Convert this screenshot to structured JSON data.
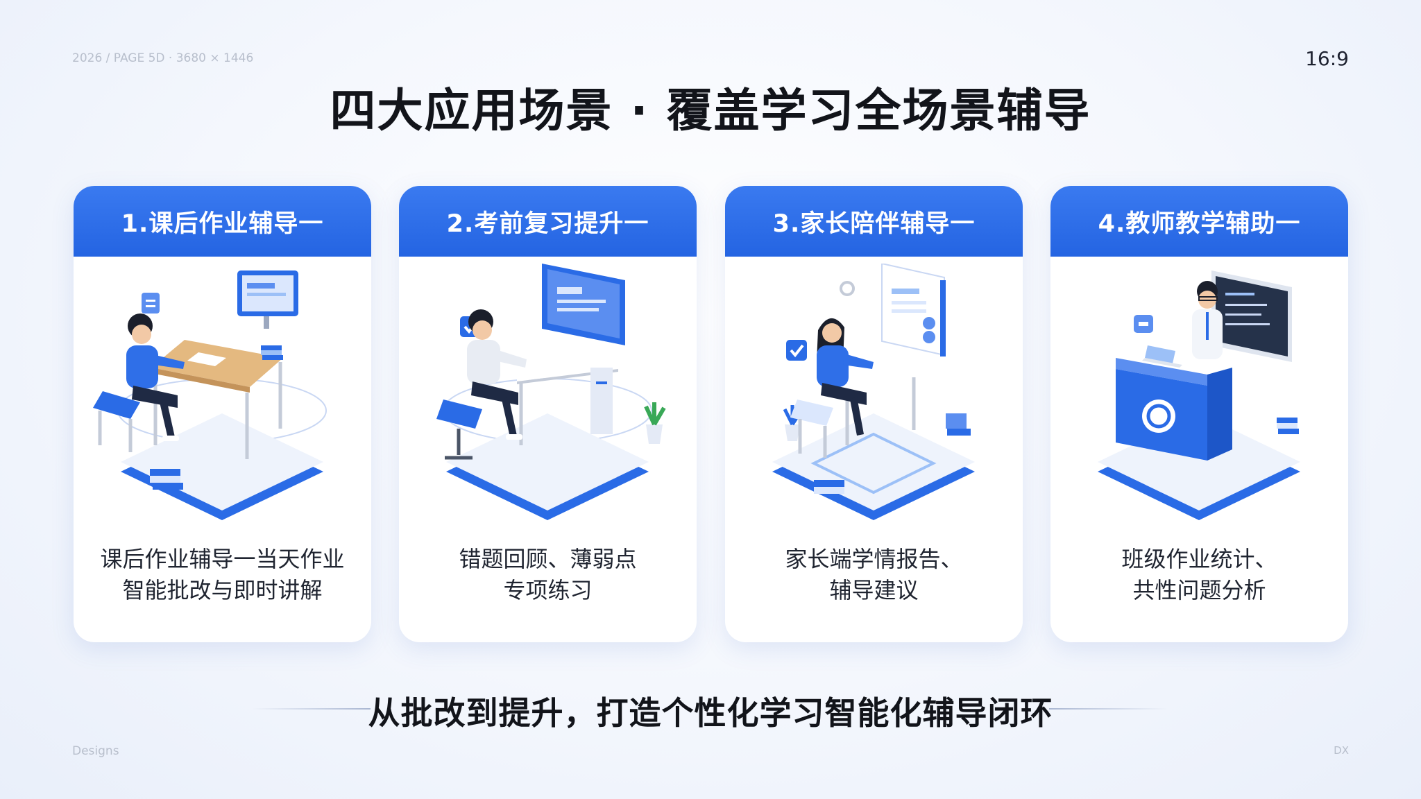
{
  "header": {
    "corner_top_left": "2026 / PAGE 5D · 3680 × 1446",
    "aspect_ratio": "16:9",
    "corner_bottom_left": "Designs",
    "corner_bottom_right": "DX"
  },
  "title": "四大应用场景 · 覆盖学习全场景辅导",
  "cards": [
    {
      "heading": "1.课后作业辅导一",
      "desc_line1": "课后作业辅导一当天作业",
      "desc_line2": "智能批改与即时讲解",
      "illustration": "student-homework-desk-icon"
    },
    {
      "heading": "2.考前复习提升一",
      "desc_line1": "错题回顾、薄弱点",
      "desc_line2": "专项练习",
      "illustration": "student-computer-review-icon"
    },
    {
      "heading": "3.家长陪伴辅导一",
      "desc_line1": "家长端学情报告、",
      "desc_line2": "辅导建议",
      "illustration": "parent-report-icon"
    },
    {
      "heading": "4.教师教学辅助一",
      "desc_line1": "班级作业统计、",
      "desc_line2": "共性问题分析",
      "illustration": "teacher-blackboard-icon"
    }
  ],
  "tagline": "从批改到提升，打造个性化学习智能化辅导闭环",
  "colors": {
    "accent": "#2a6be6",
    "accent_light": "#9cc0f7",
    "title": "#12141a",
    "background": "#f4f7fd"
  }
}
